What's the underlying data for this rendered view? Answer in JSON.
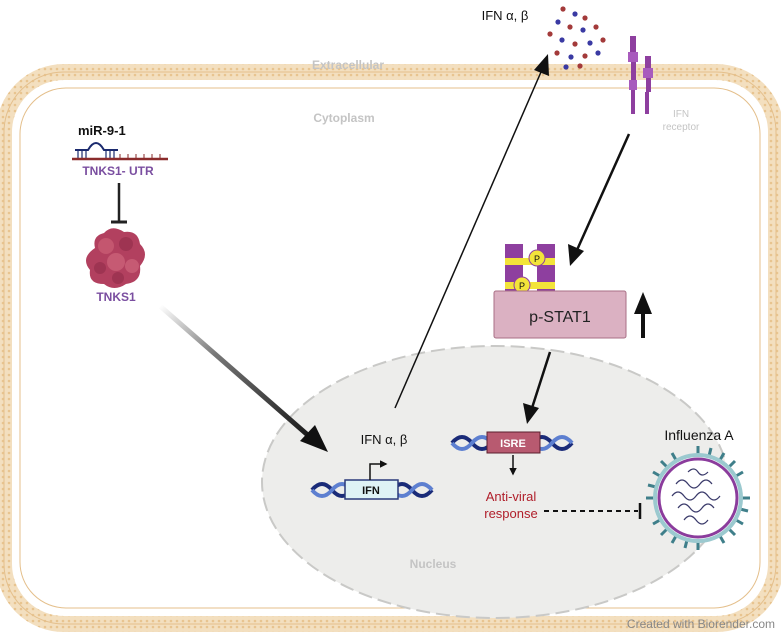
{
  "labels": {
    "ifn_top": "IFN α, β",
    "extracellular": "Extracellular",
    "cytoplasm": "Cytoplasm",
    "mirna": "miR-9-1",
    "utr": "TNKS1- UTR",
    "tnks1": "TNKS1",
    "receptor_line1": "IFN",
    "receptor_line2": "receptor",
    "pstat1": "p-STAT1",
    "phospho": "P",
    "ifn_nucleus": "IFN α, β",
    "ifn_gene": "IFN",
    "isre": "ISRE",
    "antiviral_line1": "Anti-viral",
    "antiviral_line2": "response",
    "nucleus": "Nucleus",
    "influenza": "Influenza A",
    "credit": "Created with Biorender.com"
  },
  "colors": {
    "membrane": "#f1d9b3",
    "membrane_dots": "#e8c48f",
    "nucleus_fill": "#ededeb",
    "nucleus_border": "#c9c9c7",
    "purple": "#8e3f9f",
    "label_purple": "#7a4ea0",
    "tnks_protein": "#b2405f",
    "pstat_box": "#dbb1c2",
    "pstat_border": "#a86f85",
    "stat_yellow": "#f3e43a",
    "isre_box": "#b85a70",
    "ifn_box": "#dff2f5",
    "dna_dark": "#1a2b78",
    "dna_light": "#5d7fd0",
    "antiviral_red": "#b01e2a",
    "virus_ring": "#8b3c9c",
    "virus_spike": "#3f7f8a",
    "virus_inner": "#9bc9cf",
    "grey_label": "#c4c4c4"
  },
  "icons": [
    "mirna-hairpin-icon",
    "tnks1-protein-icon",
    "ifn-receptor-icon",
    "stat1-dimer-icon",
    "dna-helix-icon",
    "influenza-virus-icon",
    "cytokine-particles-icon"
  ]
}
